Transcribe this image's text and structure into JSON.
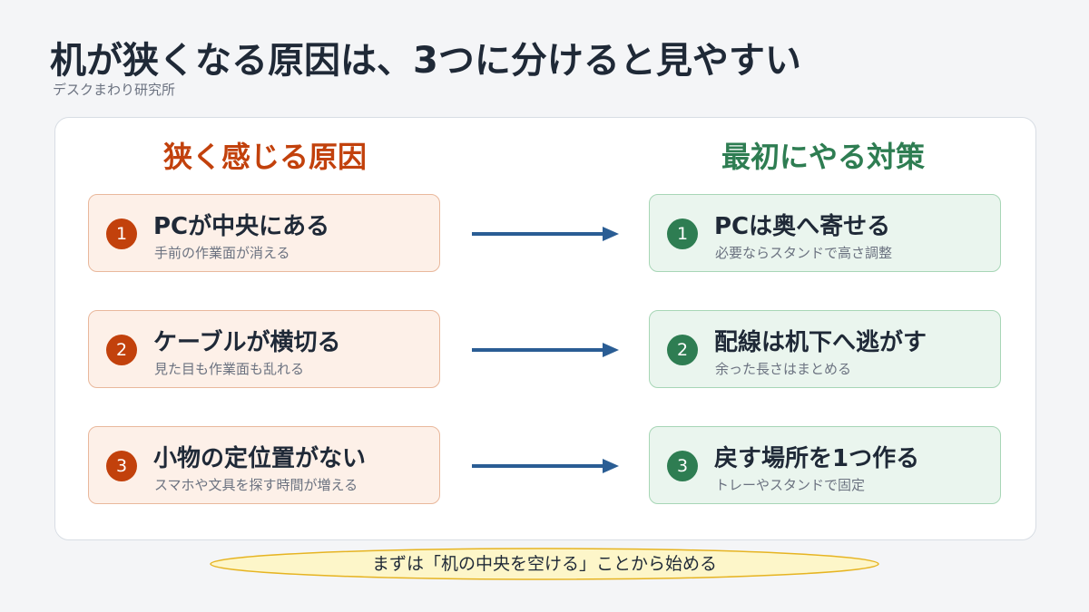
{
  "header": {
    "title": "机が狭くなる原因は、3つに分けると見やすい",
    "subtitle": "デスクまわり研究所"
  },
  "columns": {
    "causes_heading": "狭く感じる原因",
    "fixes_heading": "最初にやる対策"
  },
  "causes": [
    {
      "num": "1",
      "title": "PCが中央にある",
      "desc": "手前の作業面が消える"
    },
    {
      "num": "2",
      "title": "ケーブルが横切る",
      "desc": "見た目も作業面も乱れる"
    },
    {
      "num": "3",
      "title": "小物の定位置がない",
      "desc": "スマホや文具を探す時間が増える"
    }
  ],
  "fixes": [
    {
      "num": "1",
      "title": "PCは奥へ寄せる",
      "desc": "必要ならスタンドで高さ調整"
    },
    {
      "num": "2",
      "title": "配線は机下へ逃がす",
      "desc": "余った長さはまとめる"
    },
    {
      "num": "3",
      "title": "戻す場所を1つ作る",
      "desc": "トレーやスタンドで固定"
    }
  ],
  "footer": {
    "note": "まずは「机の中央を空ける」ことから始める"
  },
  "colors": {
    "cause_accent": "#c2410c",
    "fix_accent": "#2e7d52",
    "arrow": "#2a5d94",
    "note_fill": "#fdf6c9",
    "note_stroke": "#e6b422"
  }
}
